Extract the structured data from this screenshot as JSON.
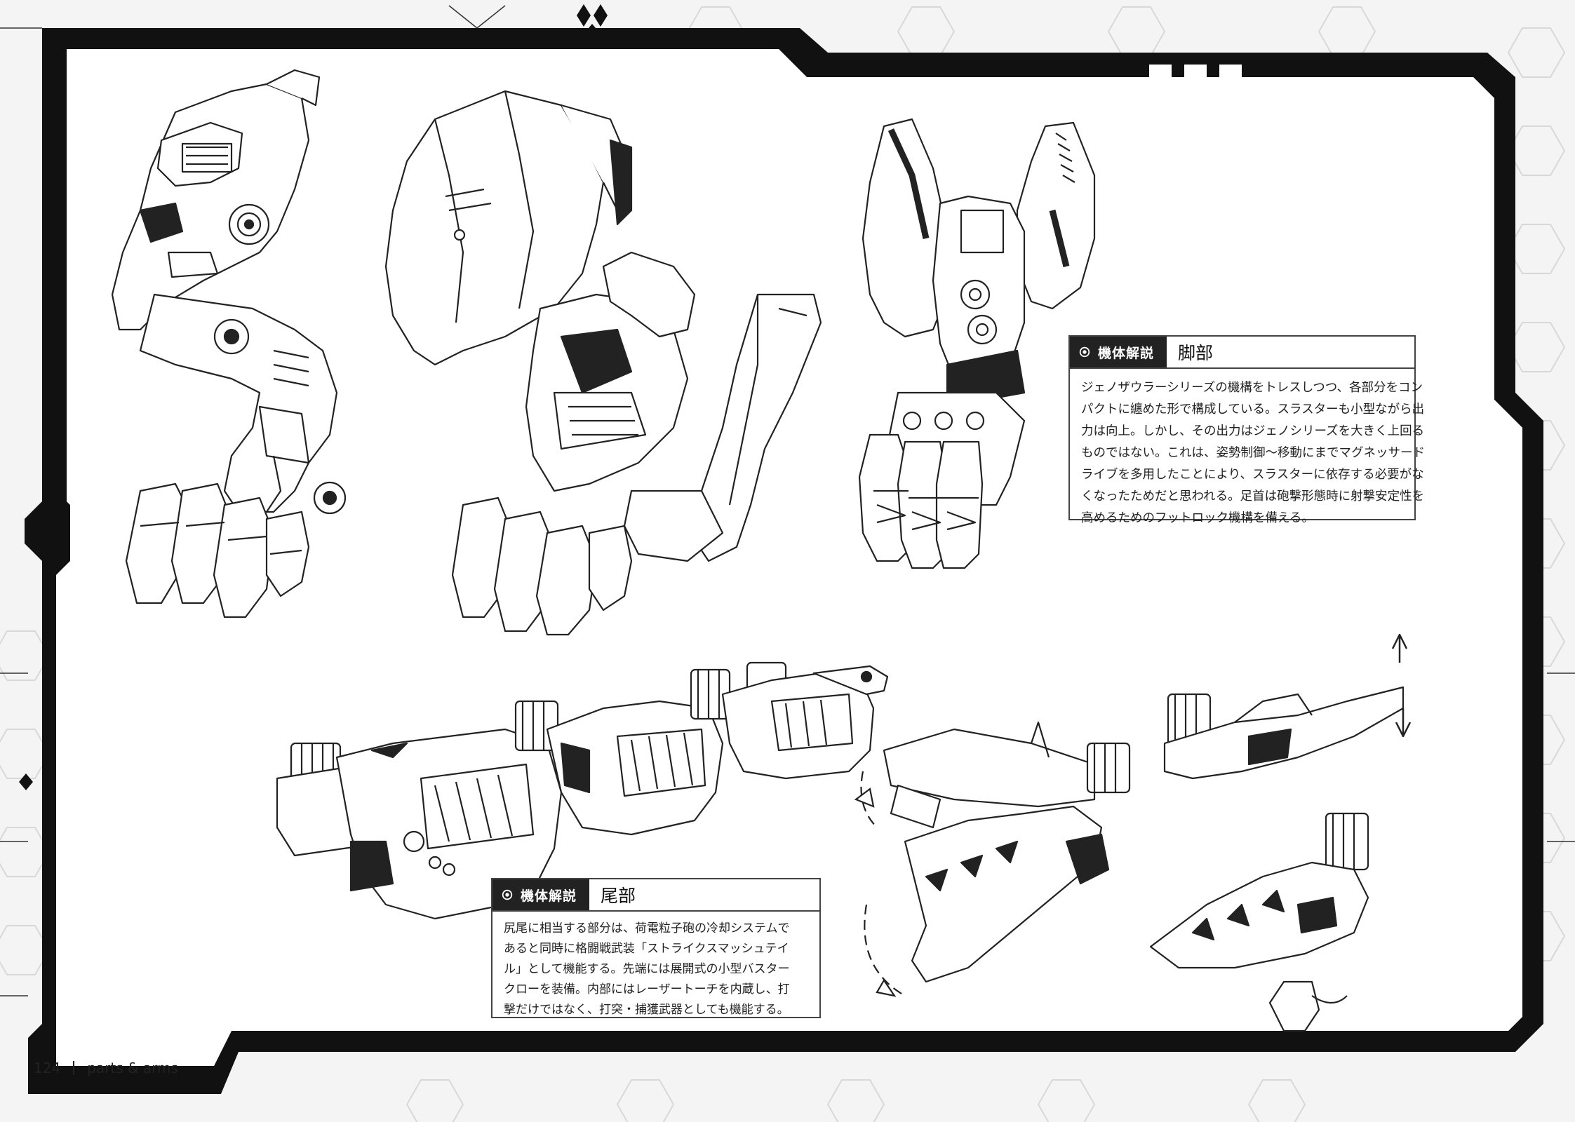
{
  "page": {
    "number": "124",
    "section": "parts & arms"
  },
  "notes": {
    "legs": {
      "tag": "機体解説",
      "title": "脚部",
      "lines": [
        "ジェノザウラーシリーズの機構をトレスしつつ、各部分をコン",
        "パクトに纏めた形で構成している。スラスターも小型ながら出",
        "力は向上。しかし、その出力はジェノシリーズを大きく上回る",
        "ものではない。これは、姿勢制御～移動にまでマグネッサード",
        "ライブを多用したことにより、スラスターに依存する必要がな",
        "くなったためだと思われる。足首は砲撃形態時に射撃安定性を",
        "高めるためのフットロック機構を備える。"
      ]
    },
    "tail": {
      "tag": "機体解説",
      "title": "尾部",
      "lines": [
        "尻尾に相当する部分は、荷電粒子砲の冷却システムで",
        "あると同時に格闘戦武装「ストライクスマッシュテイ",
        "ル」として機能する。先端には展開式の小型バスター",
        "クローを装備。内部にはレーザートーチを内蔵し、打",
        "撃だけではなく、打突・捕獲武器としても機能する。"
      ]
    }
  },
  "colors": {
    "frame": "#111111",
    "page_bg": "#f4f4f4",
    "panel_bg": "#ffffff",
    "accent": "#222222"
  },
  "icons": {
    "note_tag_icon": "gear-icon",
    "arrow_icon": "rotation-arrow-icon"
  }
}
